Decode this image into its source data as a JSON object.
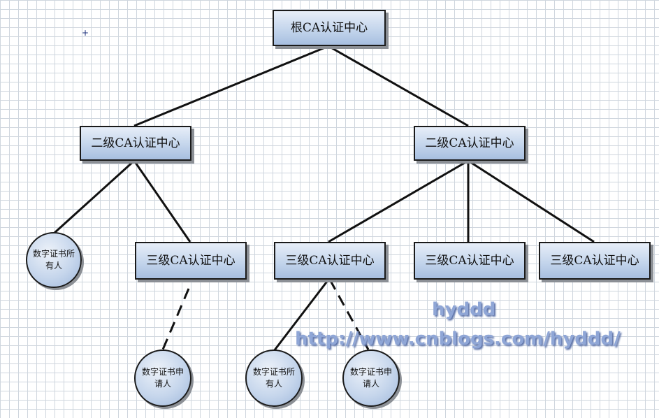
{
  "nodes": {
    "root": "根CA认证中心",
    "level2_left": "二级CA认证中心",
    "level2_right": "二级CA认证中心",
    "level3_a": "三级CA认证中心",
    "level3_b": "三级CA认证中心",
    "level3_c": "三级CA认证中心",
    "level3_d": "三级CA认证中心",
    "owner_left": "数字证书所有人",
    "applicant_left": "数字证书申请人",
    "owner_mid": "数字证书所有人",
    "applicant_mid": "数字证书申请人"
  },
  "watermark": {
    "name": "hyddd",
    "url": "http://www.cnblogs.com/hyddd/"
  }
}
